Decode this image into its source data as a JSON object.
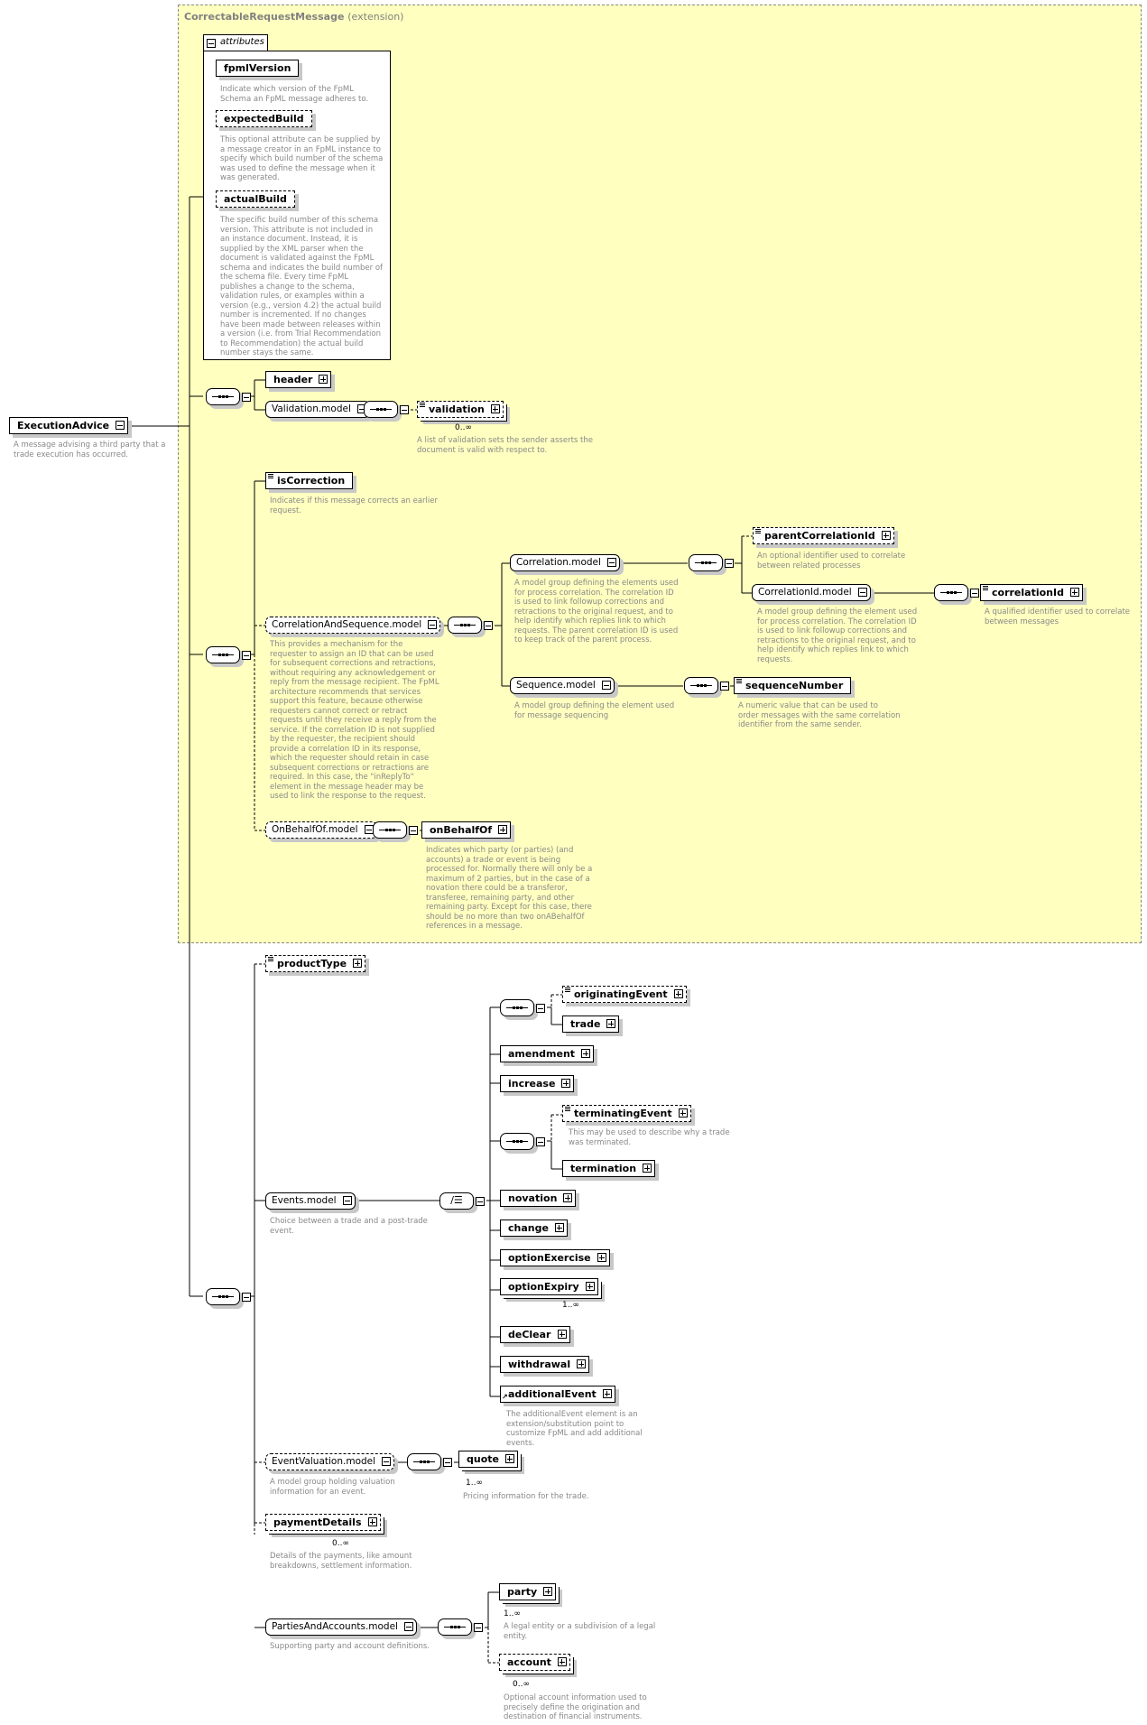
{
  "diagram": {
    "root": {
      "name": "ExecutionAdvice",
      "doc": "A message advising a third party that a trade execution has occurred."
    },
    "extension": {
      "base": "CorrectableRequestMessage",
      "label": "(extension)",
      "attributes_tab": "attributes",
      "attributes": [
        {
          "name": "fpmlVersion",
          "doc": "Indicate which version of the FpML Schema an FpML message adheres to."
        },
        {
          "name": "expectedBuild",
          "doc": "This optional attribute can be supplied by a message creator in an FpML instance to specify which build number of the schema was used to define the message when it was generated."
        },
        {
          "name": "actualBuild",
          "doc": "The specific build number of this schema version. This attribute is not included in an instance document. Instead, it is supplied by the XML parser when the document is validated against the FpML schema and indicates the build number of the schema file. Every time FpML publishes a change to the schema, validation rules, or examples within a version (e.g., version 4.2) the actual build number is incremented. If no changes have been made between releases within a version (i.e. from Trial Recommendation to Recommendation) the actual build number stays the same."
        }
      ]
    },
    "nodes": {
      "header": {
        "name": "header"
      },
      "validation_model": {
        "name": "Validation.model"
      },
      "validation": {
        "name": "validation",
        "cardinality": "0..∞",
        "doc": "A list of validation sets the sender asserts the document is valid with respect to."
      },
      "isCorrection": {
        "name": "isCorrection",
        "doc": "Indicates if this message corrects an earlier request."
      },
      "correlation_and_sequence": {
        "name": "CorrelationAndSequence.model",
        "doc": "This provides a mechanism for the requester to assign an ID that can be used for subsequent corrections and retractions, without requiring any acknowledgement or reply from the message recipient. The FpML architecture recommends that services support this feature, because otherwise requesters cannot correct or retract requests until they receive a reply from the service. If the correlation ID is not supplied by the requester, the recipient should provide a correlation ID in its response, which the requester should retain in case subsequent corrections or retractions are required. In this case, the \"inReplyTo\" element in the message header may be used to link the response to the request."
      },
      "correlation_model": {
        "name": "Correlation.model",
        "doc": "A model group defining the elements used for process correlation. The correlation ID is used to link followup corrections and retractions to the original request, and to help identify which replies link to which requests. The parent correlation ID is used to keep track of the parent process."
      },
      "parentCorrelationId": {
        "name": "parentCorrelationId",
        "doc": "An optional identifier used to correlate between related processes"
      },
      "correlationId_model": {
        "name": "CorrelationId.model",
        "doc": "A model group defining the element used for process correlation. The correlation ID is used to link followup corrections and retractions to the original request, and to help identify which replies link to which requests."
      },
      "correlationId": {
        "name": "correlationId",
        "doc": "A qualified identifier used to correlate between messages"
      },
      "sequence_model": {
        "name": "Sequence.model",
        "doc": "A model group defining the element used for message sequencing"
      },
      "sequenceNumber": {
        "name": "sequenceNumber",
        "doc": "A numeric value that can be used to order messages with the same correlation identifier from the same sender."
      },
      "onBehalfOf_model": {
        "name": "OnBehalfOf.model"
      },
      "onBehalfOf": {
        "name": "onBehalfOf",
        "doc": "Indicates which party (or parties) (and accounts) a trade or event is being processed for. Normally there will only be a maximum of 2 parties, but in the case of a novation there could be a transferor, transferee, remaining party, and other remaining party. Except for this case, there should be no more than two onABehalfOf references in a message."
      },
      "productType": {
        "name": "productType"
      },
      "events_model": {
        "name": "Events.model",
        "doc": "Choice between a trade and a post-trade event."
      },
      "originatingEvent": {
        "name": "originatingEvent"
      },
      "trade": {
        "name": "trade"
      },
      "amendment": {
        "name": "amendment"
      },
      "increase": {
        "name": "increase"
      },
      "terminatingEvent": {
        "name": "terminatingEvent",
        "doc": "This may be used to describe why a trade was terminated."
      },
      "termination": {
        "name": "termination"
      },
      "novation": {
        "name": "novation"
      },
      "change": {
        "name": "change"
      },
      "optionExercise": {
        "name": "optionExercise"
      },
      "optionExpiry": {
        "name": "optionExpiry",
        "cardinality": "1..∞"
      },
      "deClear": {
        "name": "deClear"
      },
      "withdrawal": {
        "name": "withdrawal"
      },
      "additionalEvent": {
        "name": "additionalEvent",
        "doc": "The additionalEvent element is an extension/substitution point to customize FpML and add additional events."
      },
      "eventValuation_model": {
        "name": "EventValuation.model",
        "doc": "A model group holding valuation information for an event."
      },
      "quote": {
        "name": "quote",
        "cardinality": "1..∞",
        "doc": "Pricing information for the trade."
      },
      "paymentDetails": {
        "name": "paymentDetails",
        "cardinality": "0..∞",
        "doc": "Details of the payments, like amount breakdowns, settlement information."
      },
      "partiesAndAccounts_model": {
        "name": "PartiesAndAccounts.model",
        "doc": "Supporting party and account definitions."
      },
      "party": {
        "name": "party",
        "cardinality": "1..∞",
        "doc": "A legal entity or a subdivision of a legal entity."
      },
      "account": {
        "name": "account",
        "cardinality": "0..∞",
        "doc": "Optional account information used to precisely define the origination and destination of financial instruments."
      }
    },
    "colors": {
      "extension_bg": "#ffffc0",
      "doc_text": "#888888",
      "shadow": "#c8c8c8"
    }
  }
}
